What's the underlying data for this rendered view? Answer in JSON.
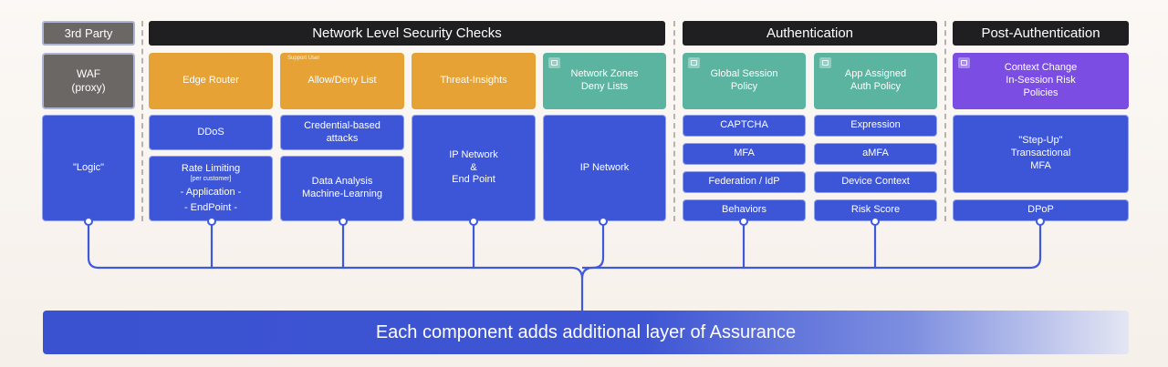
{
  "headers": {
    "third_party": "3rd Party",
    "network": "Network Level Security Checks",
    "authentication": "Authentication",
    "post_auth": "Post-Authentication"
  },
  "categories": {
    "waf": [
      "WAF",
      "(proxy)"
    ],
    "edge_router": "Edge Router",
    "allow_deny_caption": "Support User",
    "allow_deny": "Allow/Deny List",
    "threat_insights": "Threat-Insights",
    "network_zones": [
      "Network Zones",
      "Deny Lists"
    ],
    "global_session": [
      "Global Session",
      "Policy"
    ],
    "app_assigned": [
      "App Assigned",
      "Auth Policy"
    ],
    "context_change": [
      "Context Change",
      "In-Session Risk",
      "Policies"
    ]
  },
  "items": {
    "logic": "\"Logic\"",
    "ddos": "DDoS",
    "rate_limiting": "Rate Limiting",
    "rate_limiting_sub": "[per customer]",
    "rate_limiting_app": "- Application -",
    "rate_limiting_endpoint": "- EndPoint -",
    "credential": [
      "Credential-based",
      "attacks"
    ],
    "data_analysis": [
      "Data Analysis",
      "Machine-Learning"
    ],
    "ip_endpoint": [
      "IP Network",
      "&",
      "End Point"
    ],
    "ip_network": "IP Network",
    "captcha": "CAPTCHA",
    "mfa": "MFA",
    "federation": "Federation / IdP",
    "behaviors": "Behaviors",
    "expression": "Expression",
    "amfa": "aMFA",
    "device_context": "Device Context",
    "risk_score": "Risk Score",
    "step_up": [
      "\"Step-Up\"",
      "Transactional",
      "MFA"
    ],
    "dpop": "DPoP"
  },
  "banner": "Each component adds additional layer of Assurance",
  "colors": {
    "header": "#1f1f21",
    "orange": "#e6a234",
    "teal": "#5ab4a0",
    "purple": "#7b4de3",
    "blue": "#3d56d8",
    "connector": "#3f59d9"
  }
}
